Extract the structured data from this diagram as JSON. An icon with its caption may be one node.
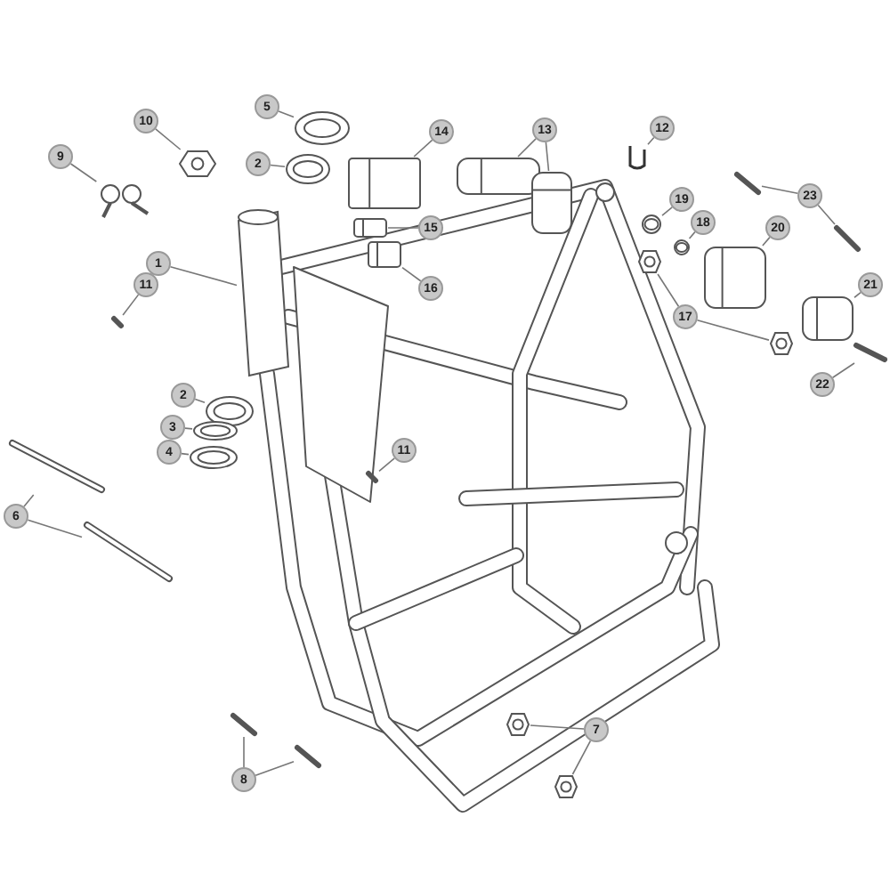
{
  "diagram": {
    "nodes": [
      {
        "text": [
          "1"
        ]
      },
      {
        "text": [],
        "shape": "picture"
      },
      {
        "text": [
          "2"
        ]
      },
      {
        "text": [],
        "shape": "picture"
      },
      {
        "text": [
          "2"
        ]
      },
      {
        "text": [],
        "shape": "picture"
      },
      {
        "text": [
          "3"
        ]
      },
      {
        "text": [],
        "shape": "picture"
      },
      {
        "text": [
          "4"
        ]
      },
      {
        "text": [],
        "shape": "picture"
      },
      {
        "text": [
          "5"
        ]
      },
      {
        "text": [],
        "shape": "picture"
      },
      {
        "text": [
          "6"
        ]
      },
      {
        "text": [],
        "shape": "picture"
      },
      {
        "text": [],
        "shape": "picture"
      },
      {
        "text": [
          "7"
        ]
      },
      {
        "text": [],
        "shape": "picture"
      },
      {
        "text": [],
        "shape": "picture"
      },
      {
        "text": [
          "8"
        ]
      },
      {
        "text": [],
        "shape": "picture"
      },
      {
        "text": [],
        "shape": "picture"
      },
      {
        "text": [
          "9"
        ]
      },
      {
        "text": [],
        "shape": "picture"
      },
      {
        "text": [
          "10"
        ]
      },
      {
        "text": [],
        "shape": "picture"
      },
      {
        "text": [
          "11"
        ]
      },
      {
        "text": [],
        "shape": "picture"
      },
      {
        "text": [
          "11"
        ]
      },
      {
        "text": [],
        "shape": "picture"
      },
      {
        "text": [
          "12"
        ]
      },
      {
        "text": [],
        "shape": "picture"
      },
      {
        "text": [
          "13"
        ]
      },
      {
        "text": [],
        "shape": "picture"
      },
      {
        "text": [],
        "shape": "picture"
      },
      {
        "text": [
          "14"
        ]
      },
      {
        "text": [],
        "shape": "picture"
      },
      {
        "text": [
          "15"
        ]
      },
      {
        "text": [],
        "shape": "picture"
      },
      {
        "text": [
          "16"
        ]
      },
      {
        "text": [],
        "shape": "picture"
      },
      {
        "text": [
          "17"
        ]
      },
      {
        "text": [],
        "shape": "picture"
      },
      {
        "text": [],
        "shape": "picture"
      },
      {
        "text": [
          "18"
        ]
      },
      {
        "text": [],
        "shape": "picture"
      },
      {
        "text": [
          "19"
        ]
      },
      {
        "text": [],
        "shape": "picture"
      },
      {
        "text": [
          "20"
        ]
      },
      {
        "text": [],
        "shape": "picture"
      },
      {
        "text": [
          "21"
        ]
      },
      {
        "text": [],
        "shape": "picture"
      },
      {
        "text": [
          "22"
        ]
      },
      {
        "text": [],
        "shape": "picture"
      },
      {
        "text": [
          "23"
        ]
      },
      {
        "text": [],
        "shape": "picture"
      },
      {
        "text": [],
        "shape": "picture"
      }
    ],
    "edges": [
      {
        "from": 0,
        "to": 1,
        "arrow": "none"
      },
      {
        "from": 2,
        "to": 3,
        "arrow": "none"
      },
      {
        "from": 4,
        "to": 5,
        "arrow": "none"
      },
      {
        "from": 6,
        "to": 7,
        "arrow": "none"
      },
      {
        "from": 8,
        "to": 9,
        "arrow": "none"
      },
      {
        "from": 10,
        "to": 11,
        "arrow": "none"
      },
      {
        "from": 12,
        "to": 13,
        "arrow": "none"
      },
      {
        "from": 12,
        "to": 14,
        "arrow": "none"
      },
      {
        "from": 15,
        "to": 16,
        "arrow": "none"
      },
      {
        "from": 15,
        "to": 17,
        "arrow": "none"
      },
      {
        "from": 18,
        "to": 19,
        "arrow": "none"
      },
      {
        "from": 18,
        "to": 20,
        "arrow": "none"
      },
      {
        "from": 21,
        "to": 22,
        "arrow": "none"
      },
      {
        "from": 23,
        "to": 24,
        "arrow": "none"
      },
      {
        "from": 25,
        "to": 26,
        "arrow": "none"
      },
      {
        "from": 27,
        "to": 28,
        "arrow": "none"
      },
      {
        "from": 29,
        "to": 30,
        "arrow": "none"
      },
      {
        "from": 31,
        "to": 32,
        "arrow": "none"
      },
      {
        "from": 31,
        "to": 33,
        "arrow": "none"
      },
      {
        "from": 34,
        "to": 35,
        "arrow": "none"
      },
      {
        "from": 36,
        "to": 37,
        "arrow": "none"
      },
      {
        "from": 38,
        "to": 39,
        "arrow": "none"
      },
      {
        "from": 40,
        "to": 41,
        "arrow": "none"
      },
      {
        "from": 40,
        "to": 42,
        "arrow": "none"
      },
      {
        "from": 43,
        "to": 44,
        "arrow": "none"
      },
      {
        "from": 45,
        "to": 46,
        "arrow": "none"
      },
      {
        "from": 47,
        "to": 48,
        "arrow": "none"
      },
      {
        "from": 49,
        "to": 50,
        "arrow": "none"
      },
      {
        "from": 51,
        "to": 52,
        "arrow": "none"
      },
      {
        "from": 53,
        "to": 54,
        "arrow": "none"
      },
      {
        "from": 53,
        "to": 55,
        "arrow": "none"
      }
    ]
  }
}
